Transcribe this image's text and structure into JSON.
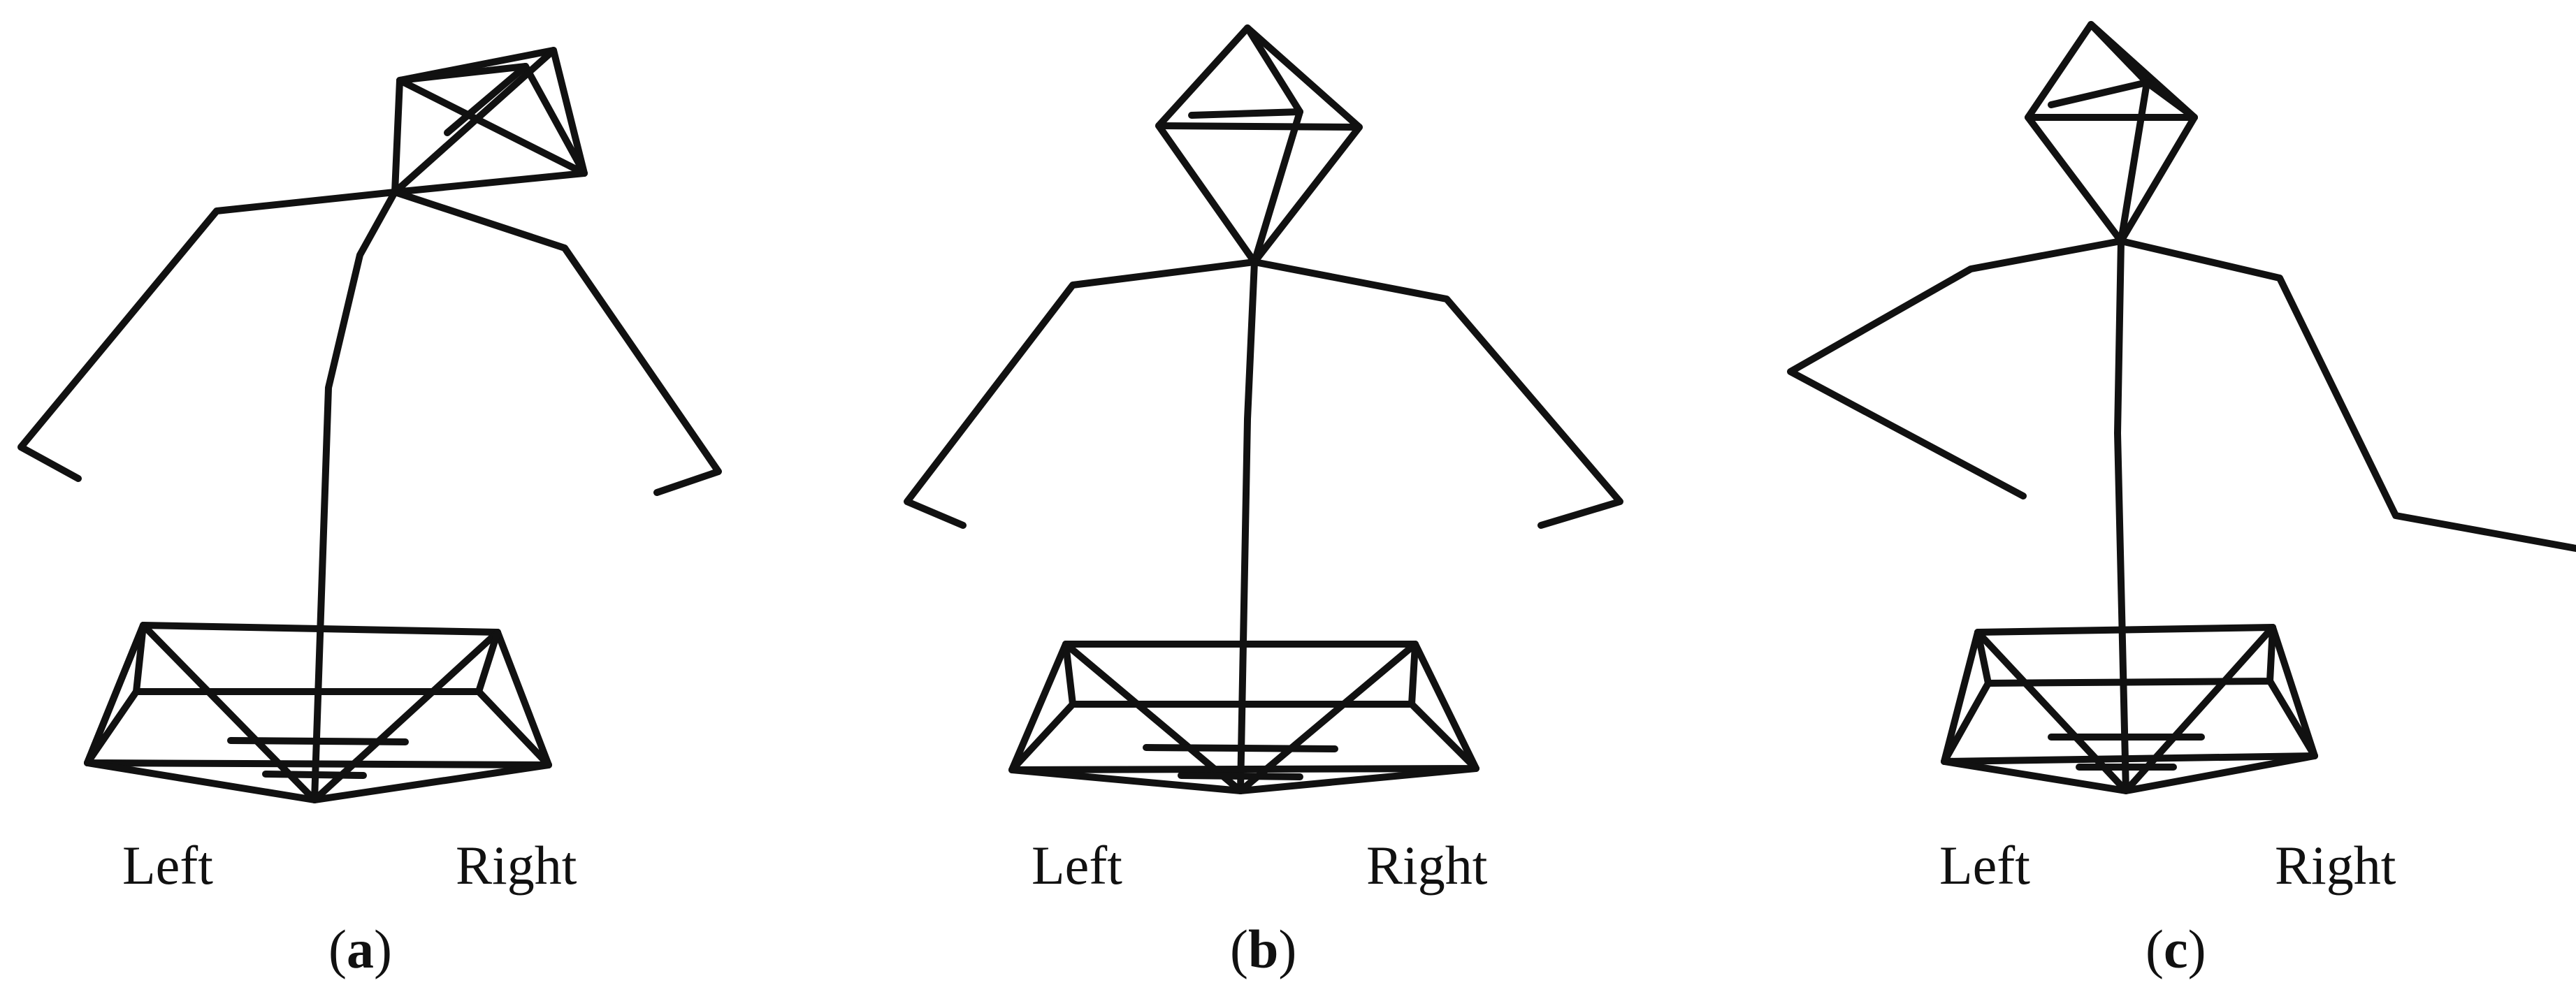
{
  "panels": [
    {
      "id": "a",
      "left_label": "Left",
      "right_label": "Right",
      "caption_open": "(",
      "caption_letter": "a",
      "caption_close": ")"
    },
    {
      "id": "b",
      "left_label": "Left",
      "right_label": "Right",
      "caption_open": "(",
      "caption_letter": "b",
      "caption_close": ")"
    },
    {
      "id": "c",
      "left_label": "Left",
      "right_label": "Right",
      "caption_open": "(",
      "caption_letter": "c",
      "caption_close": ")"
    }
  ],
  "colors": {
    "stroke": "#111111",
    "background": "#ffffff"
  }
}
